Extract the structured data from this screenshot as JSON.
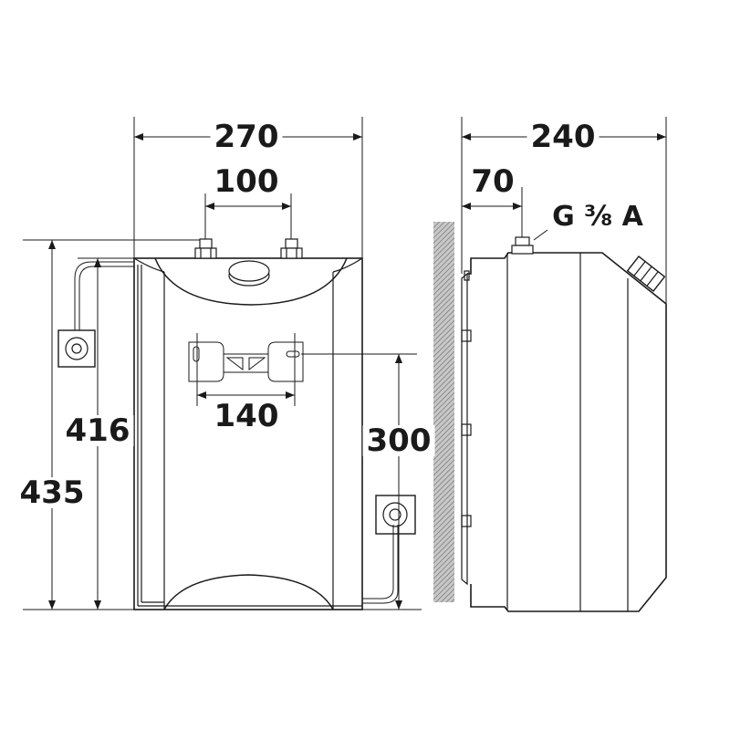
{
  "dimensions": {
    "front_width": "270",
    "fitting_spacing": "100",
    "bracket_spacing": "140",
    "body_height": "416",
    "total_height": "435",
    "bracket_height": "300",
    "side_depth": "240",
    "fitting_offset": "70"
  },
  "thread_label": "G ⅜ A",
  "colors": {
    "line": "#1a1a1a",
    "wall": "#9a9a9a"
  }
}
